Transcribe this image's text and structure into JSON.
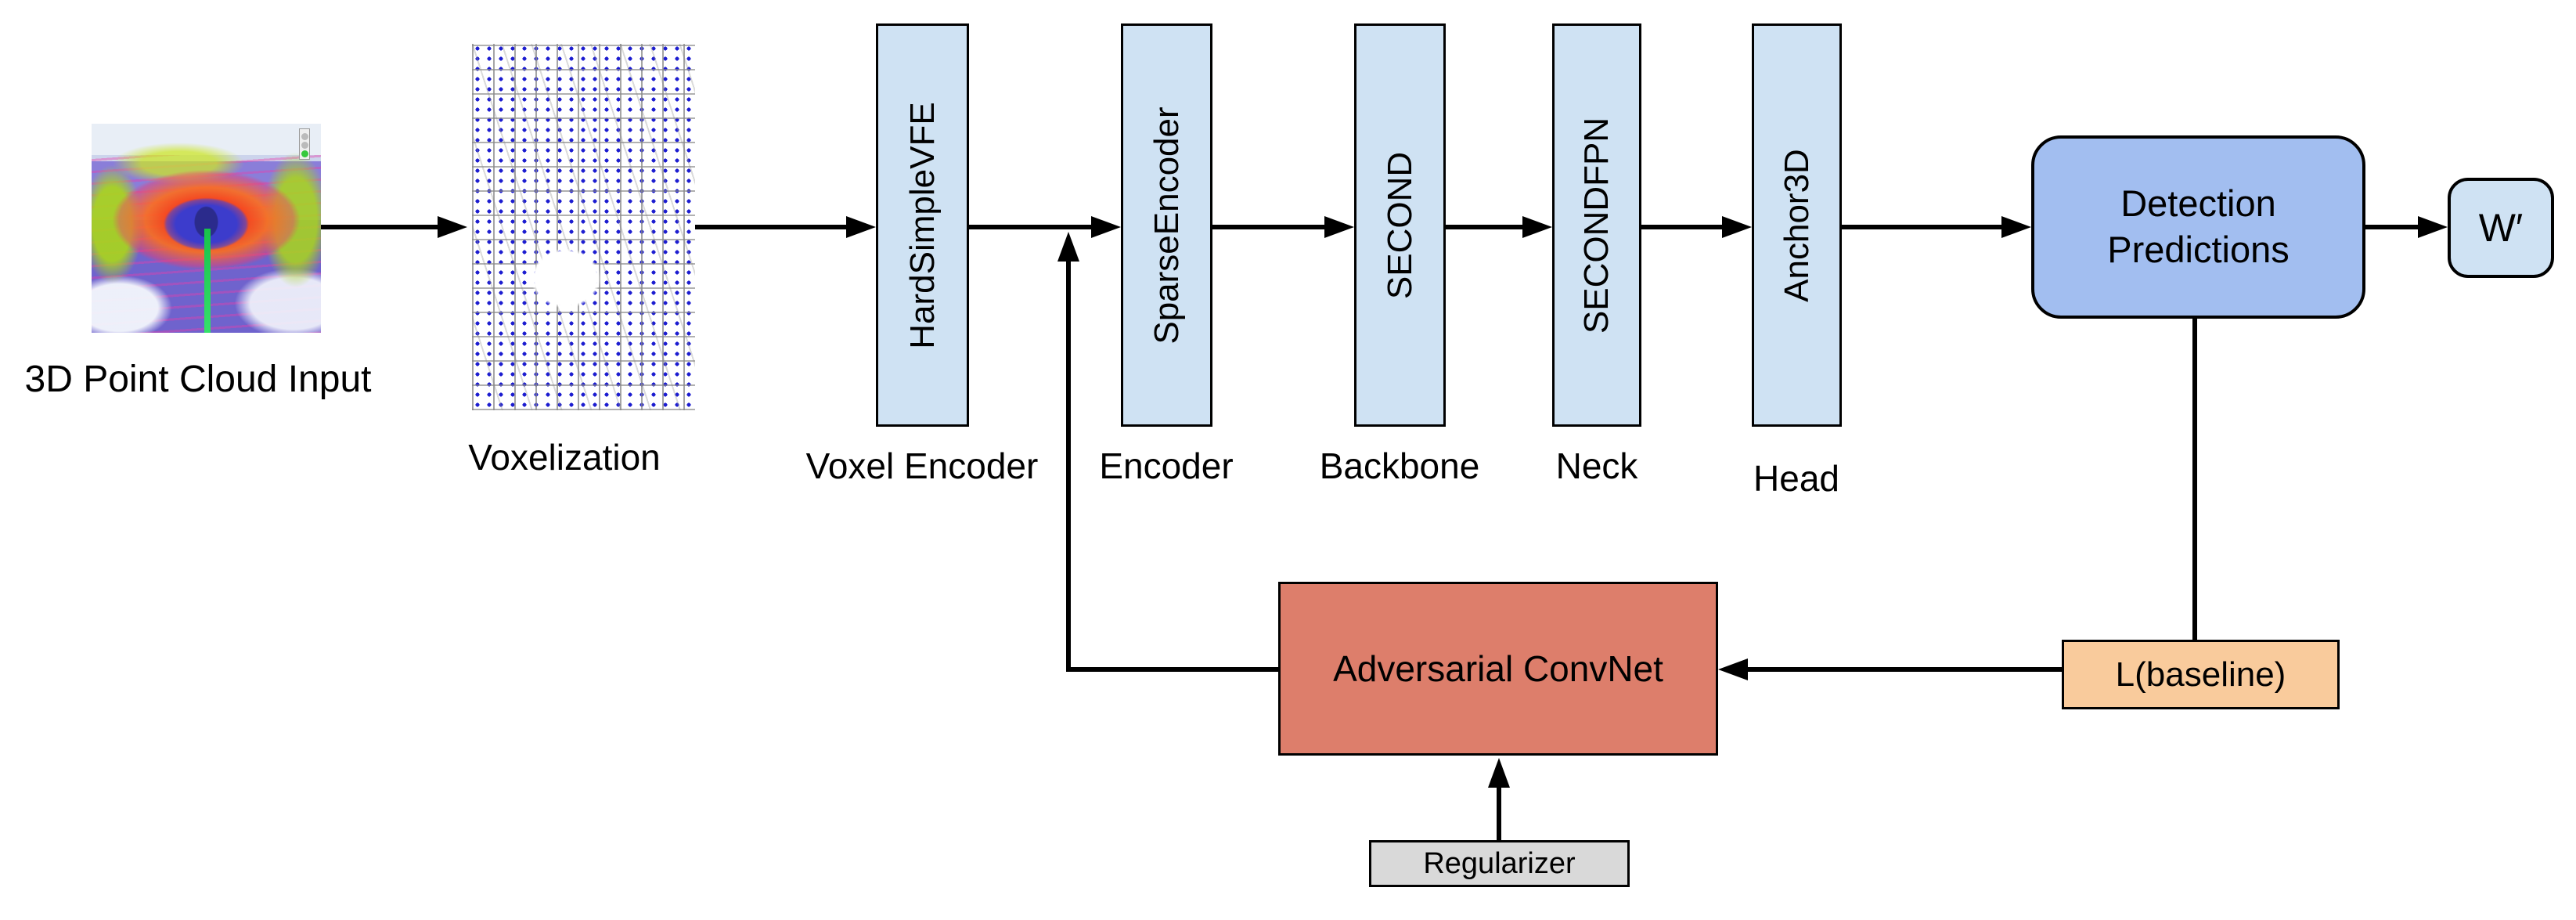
{
  "diagram": {
    "input": {
      "caption": "3D Point Cloud Input"
    },
    "voxelization": {
      "caption": "Voxelization"
    },
    "pipeline": {
      "stages": [
        {
          "module": "HardSimpleVFE",
          "role": "Voxel Encoder"
        },
        {
          "module": "SparseEncoder",
          "role": "Encoder"
        },
        {
          "module": "SECOND",
          "role": "Backbone"
        },
        {
          "module": "SECONDFPN",
          "role": "Neck"
        },
        {
          "module": "Anchor3D",
          "role": "Head"
        }
      ]
    },
    "detection": {
      "line1": "Detection",
      "line2": "Predictions"
    },
    "output": {
      "label": "W′"
    },
    "loss": {
      "label": "L(baseline)"
    },
    "adversarial": {
      "label": "Adversarial ConvNet"
    },
    "regularizer": {
      "label": "Regularizer"
    }
  },
  "colors": {
    "stage-fill": "#cfe2f3",
    "detection-fill": "#a2bef0",
    "output-fill": "#cfe2f3",
    "adversarial-fill": "#dd7e6b",
    "loss-fill": "#f9cb9c",
    "regularizer-fill": "#d9d9d9",
    "line-color": "#000000"
  }
}
